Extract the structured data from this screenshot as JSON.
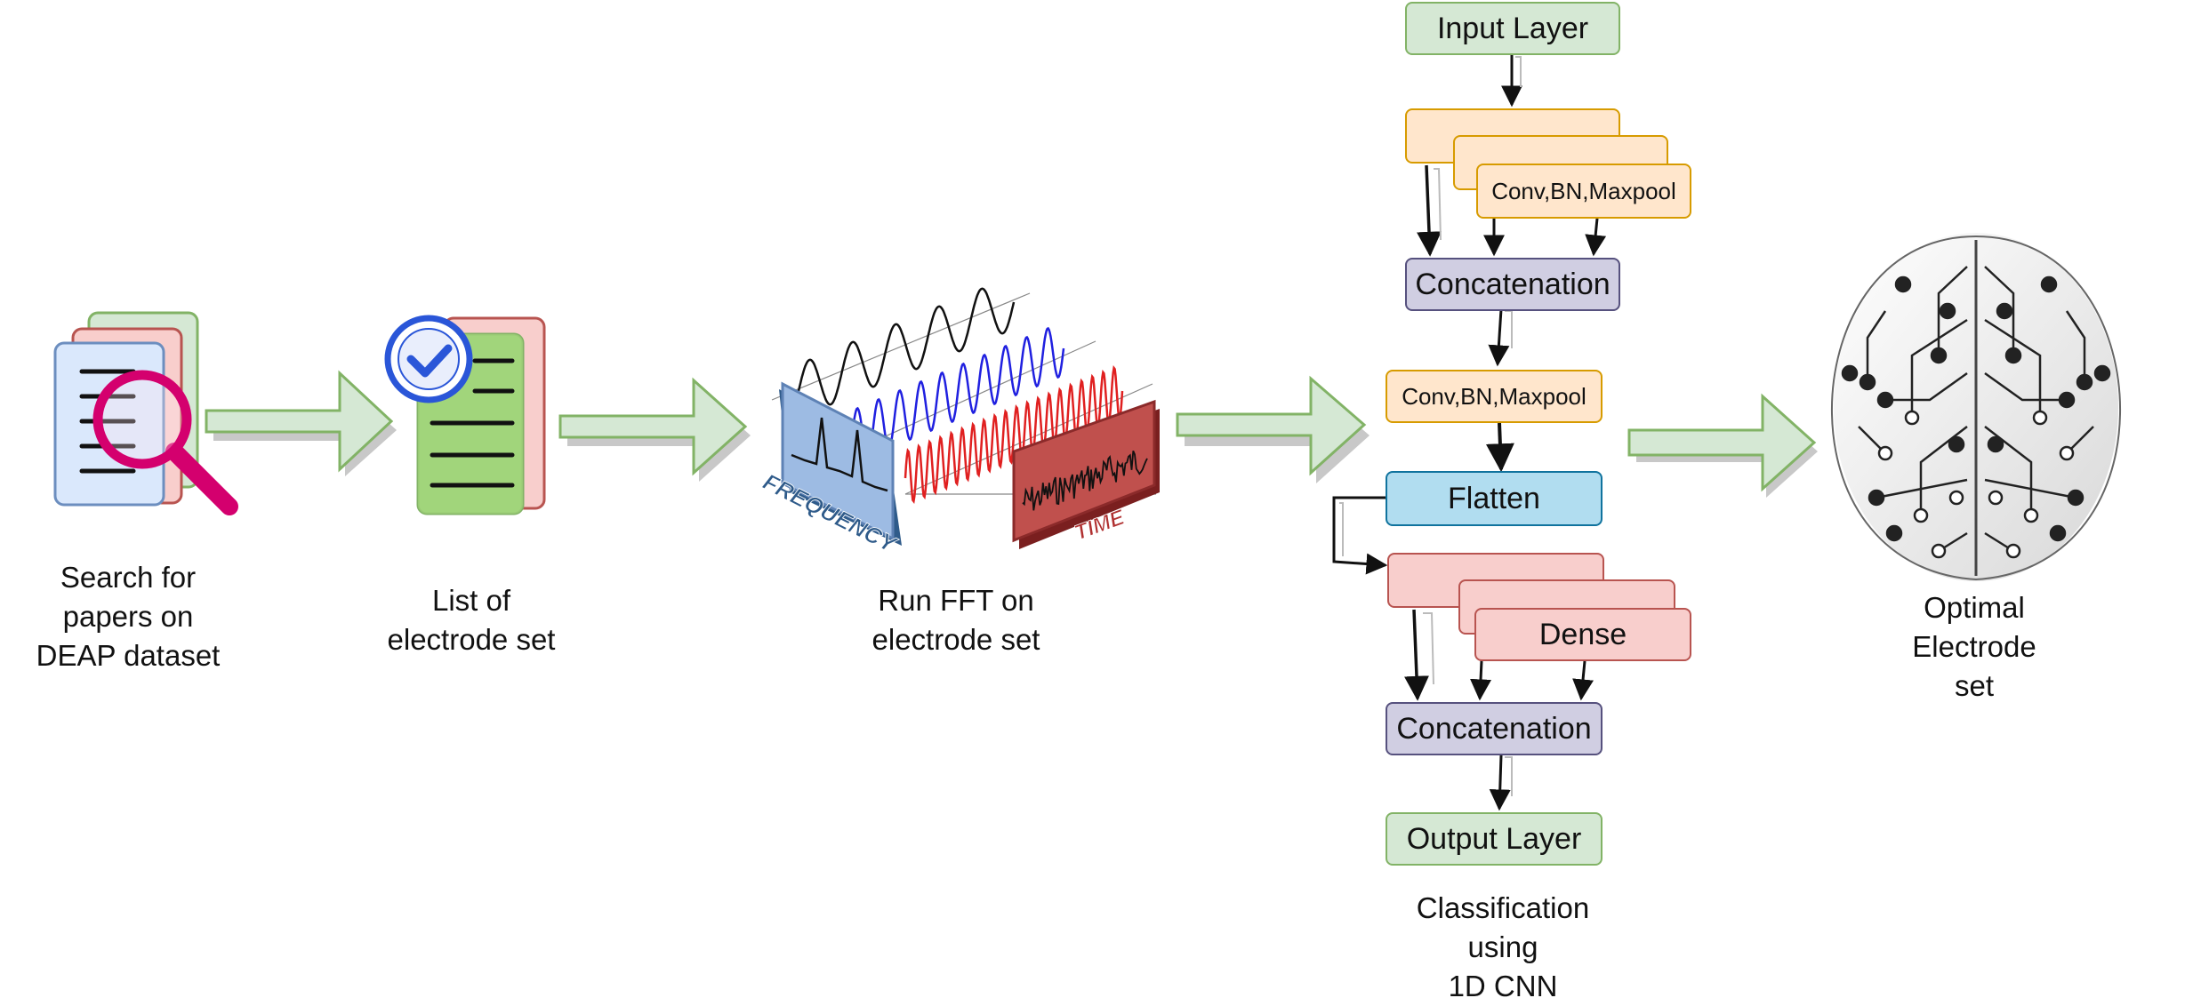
{
  "steps": [
    {
      "lines": [
        "Search for",
        "papers on",
        "DEAP dataset"
      ],
      "icon": "document-search-icon"
    },
    {
      "lines": [
        "List of",
        "electrode set"
      ],
      "icon": "checklist-document-icon"
    },
    {
      "lines": [
        "Run FFT on",
        "electrode set"
      ],
      "icon": "fft-waveform-icon"
    },
    {
      "lines": [
        "Classification",
        "using",
        "1D CNN"
      ],
      "icon": "cnn-architecture"
    },
    {
      "lines": [
        "Optimal",
        "Electrode",
        "set"
      ],
      "icon": "circuit-brain-icon"
    }
  ],
  "fft": {
    "frequency_label": "FREQUENCY",
    "time_label": "TIME"
  },
  "cnn": {
    "input": "Input Layer",
    "conv_block_1": "Conv,BN,Maxpool",
    "concat_1": "Concatenation",
    "conv_block_2": "Conv,BN,Maxpool",
    "flatten": "Flatten",
    "dense": "Dense",
    "concat_2": "Concatenation",
    "output": "Output Layer"
  },
  "colors": {
    "arrow_fill": "#d5e8d4",
    "arrow_stroke": "#82b366",
    "green_fill": "#d5e8d4",
    "green_stroke": "#82b366",
    "orange_fill": "#ffe6cc",
    "orange_stroke": "#d79b00",
    "purple_fill": "#d0cee2",
    "purple_stroke": "#56517e",
    "blue_fill": "#b1ddf0",
    "blue_stroke": "#10739e",
    "red_fill": "#f8cecc",
    "red_stroke": "#b85450"
  }
}
